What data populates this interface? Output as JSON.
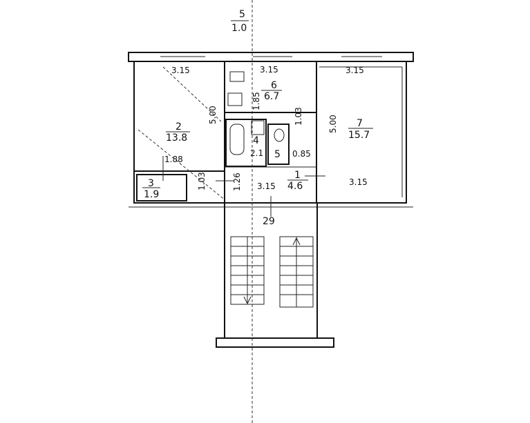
{
  "header": {
    "number": "5",
    "ratio": "1.0"
  },
  "rooms": [
    {
      "id": "2",
      "area": "13.8"
    },
    {
      "id": "3",
      "area": "1.9"
    },
    {
      "id": "6",
      "area": "6.7"
    },
    {
      "id": "7",
      "area": "15.7"
    },
    {
      "id": "1",
      "area": "4.6"
    },
    {
      "id": "4",
      "label": "4"
    },
    {
      "id": "5",
      "label": "5"
    }
  ],
  "dimensions": {
    "top_left": "3.15",
    "top_mid": "3.15",
    "top_right": "3.15",
    "diag_left": "5.00",
    "mid_vertical": "1.85",
    "right_vertical_1": "1.03",
    "right_vertical_2": "5.00",
    "small_188": "1.88",
    "small_103_left": "1.03",
    "small_126": "1.26",
    "small_21": "2.1",
    "small_085": "0.85",
    "bottom_mid": "3.15",
    "bottom_right": "3.15",
    "stair_label": "29"
  }
}
